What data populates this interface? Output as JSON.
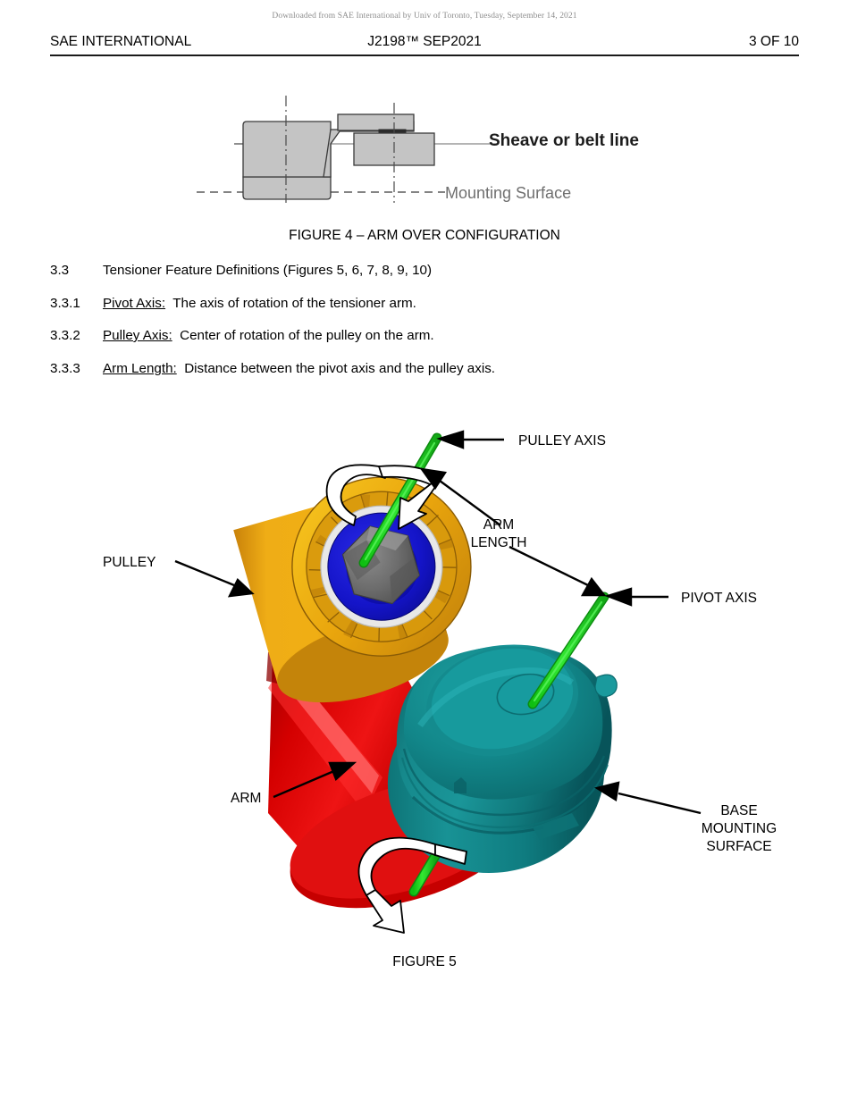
{
  "page": {
    "watermark": "Downloaded from SAE International by Univ of Toronto, Tuesday, September 14, 2021",
    "header": {
      "left": "SAE INTERNATIONAL",
      "center": "J2198™ SEP2021",
      "right": "3 OF 10"
    }
  },
  "figure4": {
    "caption": "FIGURE 4 – ARM OVER CONFIGURATION",
    "labels": {
      "belt_line": "Sheave or belt line",
      "mounting_surface": "Mounting Surface"
    },
    "colors": {
      "fill": "#c4c4c4",
      "stroke": "#3a3a3a",
      "centerline": "#4a4a4a",
      "belt_text": "#1c1c1c",
      "mounting_text": "#6f6f6f"
    }
  },
  "sections": [
    {
      "number": "3.3",
      "term": "",
      "text": "Tensioner Feature Definitions (Figures 5, 6, 7, 8, 9, 10)"
    },
    {
      "number": "3.3.1",
      "term": "Pivot Axis:",
      "text": "The axis of rotation of the tensioner arm."
    },
    {
      "number": "3.3.2",
      "term": "Pulley Axis:",
      "text": "Center of rotation of the pulley on the arm."
    },
    {
      "number": "3.3.3",
      "term": "Arm Length:",
      "text": "Distance between the pivot axis and the pulley axis."
    }
  ],
  "figure5": {
    "caption": "FIGURE 5",
    "callouts": [
      {
        "id": "pulley-axis",
        "lines": [
          "PULLEY AXIS"
        ]
      },
      {
        "id": "arm-length",
        "lines": [
          "ARM",
          "LENGTH"
        ]
      },
      {
        "id": "pivot-axis",
        "lines": [
          "PIVOT AXIS"
        ]
      },
      {
        "id": "pulley",
        "lines": [
          "PULLEY"
        ]
      },
      {
        "id": "arm",
        "lines": [
          "ARM"
        ]
      },
      {
        "id": "base-mounting-surface",
        "lines": [
          "BASE",
          "MOUNTING",
          "SURFACE"
        ]
      }
    ],
    "colors": {
      "pulley_body": "#e8a00c",
      "pulley_rim": "#f2b71a",
      "pulley_inner": "#1414c8",
      "hub": "#6e6e6e",
      "arm": "#d40000",
      "base": "#0d7d7d",
      "axis": "#22dd22",
      "outline": "#000000"
    }
  }
}
